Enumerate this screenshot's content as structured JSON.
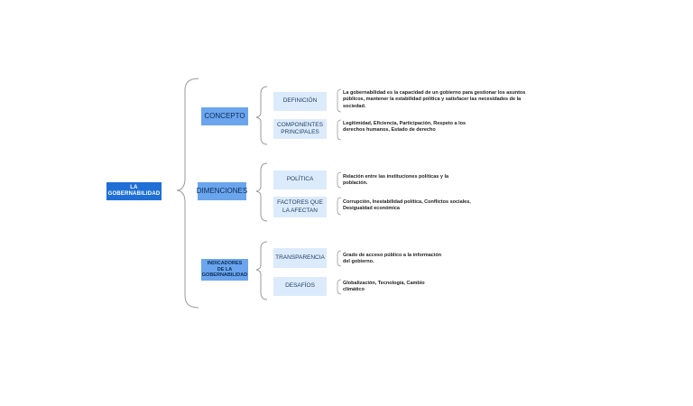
{
  "root": {
    "label": "LA\nGOBERNABILIDAD"
  },
  "branches": [
    {
      "label": "CONCEPTO",
      "children": [
        {
          "label": "DEFINICIÓN",
          "text": "La gobernabilidad es la capacidad de un gobierno para gestionar los asuntos públicos, mantener la estabilidad política y satisfacer las necesidades de la sociedad."
        },
        {
          "label": "COMPONENTES\nPRINCIPALES",
          "text": "Legitimidad, Eficiencia, Participación, Respeto a los derechos humanos, Estado de derecho"
        }
      ]
    },
    {
      "label": "DIMENCIONES",
      "children": [
        {
          "label": "POLÍTICA",
          "text": "Relación entre las instituciones políticas y la población."
        },
        {
          "label": "FACTORES QUE\nLA AFECTAN",
          "text": "Corrupción, Inestabilidad política, Conflictos sociales, Desigualdad económica"
        }
      ]
    },
    {
      "label": "INDICADORES\nDE LA\nGOBERNABILIDAD",
      "children": [
        {
          "label": "TRANSPARENCIA",
          "text": "Grado de acceso público a la información del gobierno."
        },
        {
          "label": "DESAFÍOS",
          "text": "Globalización, Tecnología, Cambio climático"
        }
      ]
    }
  ],
  "colors": {
    "root": "#1f6fd6",
    "level1": "#6aa5ee",
    "level2": "#dcebfc",
    "brace": "#9a9a9a"
  }
}
